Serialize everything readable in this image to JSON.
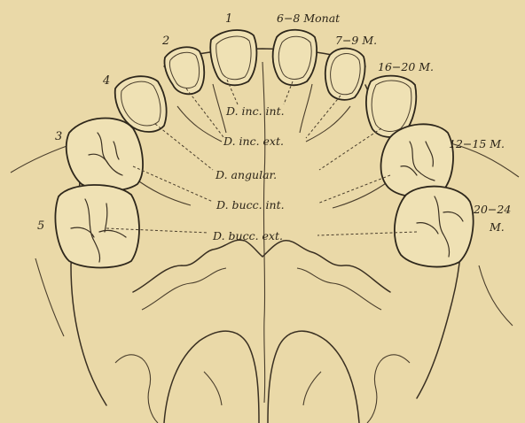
{
  "tooth_numbers": {
    "n1": "1",
    "n2": "2",
    "n3": "3",
    "n4": "4",
    "n5": "5"
  },
  "eruption_ages": {
    "central_incisor": "6−8 Monat",
    "lateral_incisor": "7−9 M.",
    "canine": "16−20 M.",
    "first_molar": "12−15 M.",
    "second_molar_line1": "20−24",
    "second_molar_line2": "M."
  },
  "tooth_labels": {
    "inc_int": "D. inc. int.",
    "inc_ext": "D. inc. ext.",
    "angular": "D. angular.",
    "bucc_int": "D. bucc. int.",
    "bucc_ext": "D. bucc. ext."
  }
}
